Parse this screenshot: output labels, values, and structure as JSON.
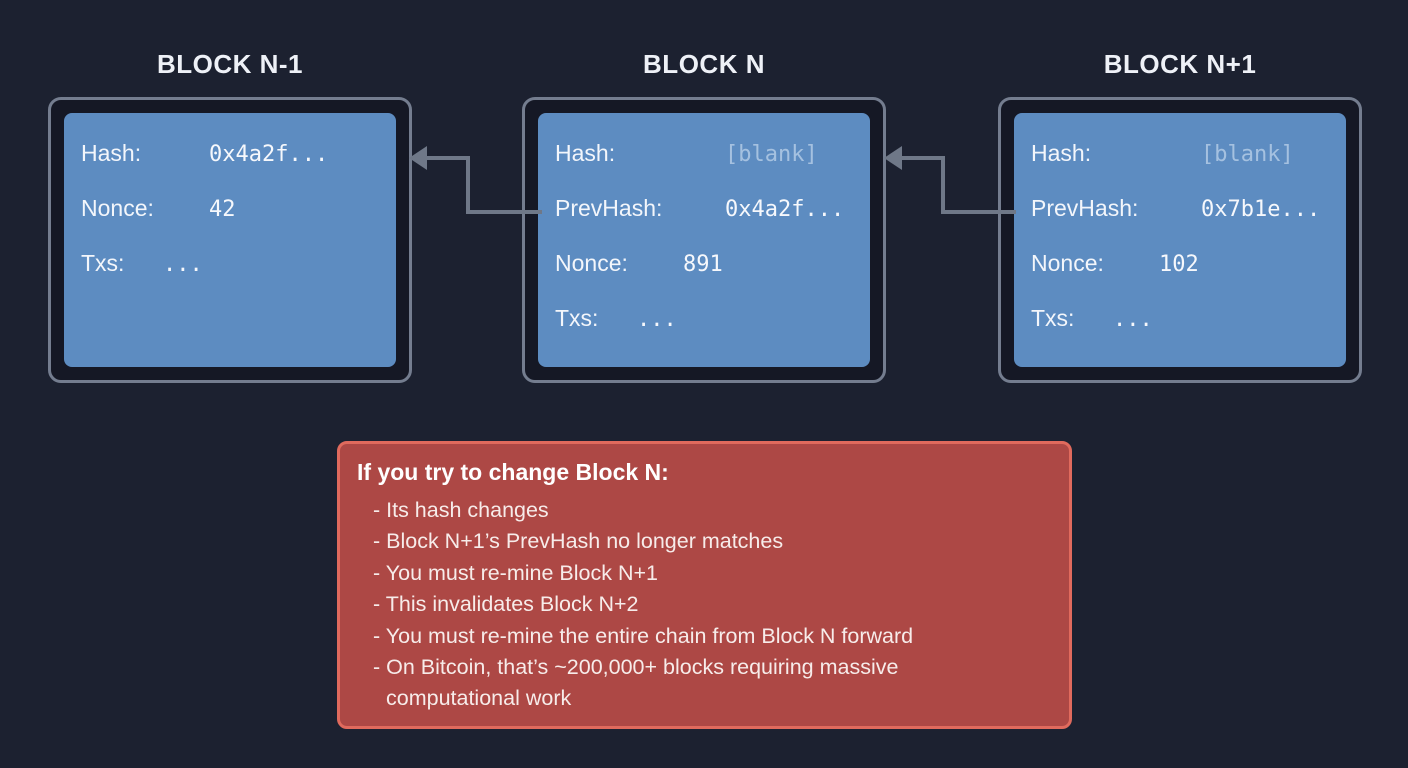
{
  "blocks": [
    {
      "title": "BLOCK N-1",
      "rows": [
        {
          "label": "Hash:",
          "value": "0x4a2f..."
        },
        {
          "label": "Nonce:",
          "value": "42"
        },
        {
          "label": "Txs:",
          "value": "..."
        }
      ]
    },
    {
      "title": "BLOCK N",
      "rows": [
        {
          "label": "Hash:",
          "value": "[blank]"
        },
        {
          "label": "PrevHash:",
          "value": "0x4a2f..."
        },
        {
          "label": "Nonce:",
          "value": "891"
        },
        {
          "label": "Txs:",
          "value": "..."
        }
      ]
    },
    {
      "title": "BLOCK N+1",
      "rows": [
        {
          "label": "Hash:",
          "value": "[blank]"
        },
        {
          "label": "PrevHash:",
          "value": "0x7b1e..."
        },
        {
          "label": "Nonce:",
          "value": "102"
        },
        {
          "label": "Txs:",
          "value": "..."
        }
      ]
    }
  ],
  "warning": {
    "title": "If you try to change Block N:",
    "items": [
      "- Its hash changes",
      "- Block N+1’s PrevHash no longer matches",
      "- You must re-mine Block N+1",
      "- This invalidates Block N+2",
      "- You must re-mine the entire chain from Block N forward",
      "- On Bitcoin, that’s ~200,000+ blocks requiring massive",
      "computational work"
    ]
  },
  "colors": {
    "page_background": "#1c2130",
    "block_fill": "#5d8cc1",
    "block_frame": "#747d8f",
    "block_frame_fill": "#151825",
    "arrow": "#6f7888",
    "warning_fill": "#ad4845",
    "warning_border": "#e06a5d",
    "text": "#f3f6fb",
    "muted_value": "#a9bdd8"
  }
}
